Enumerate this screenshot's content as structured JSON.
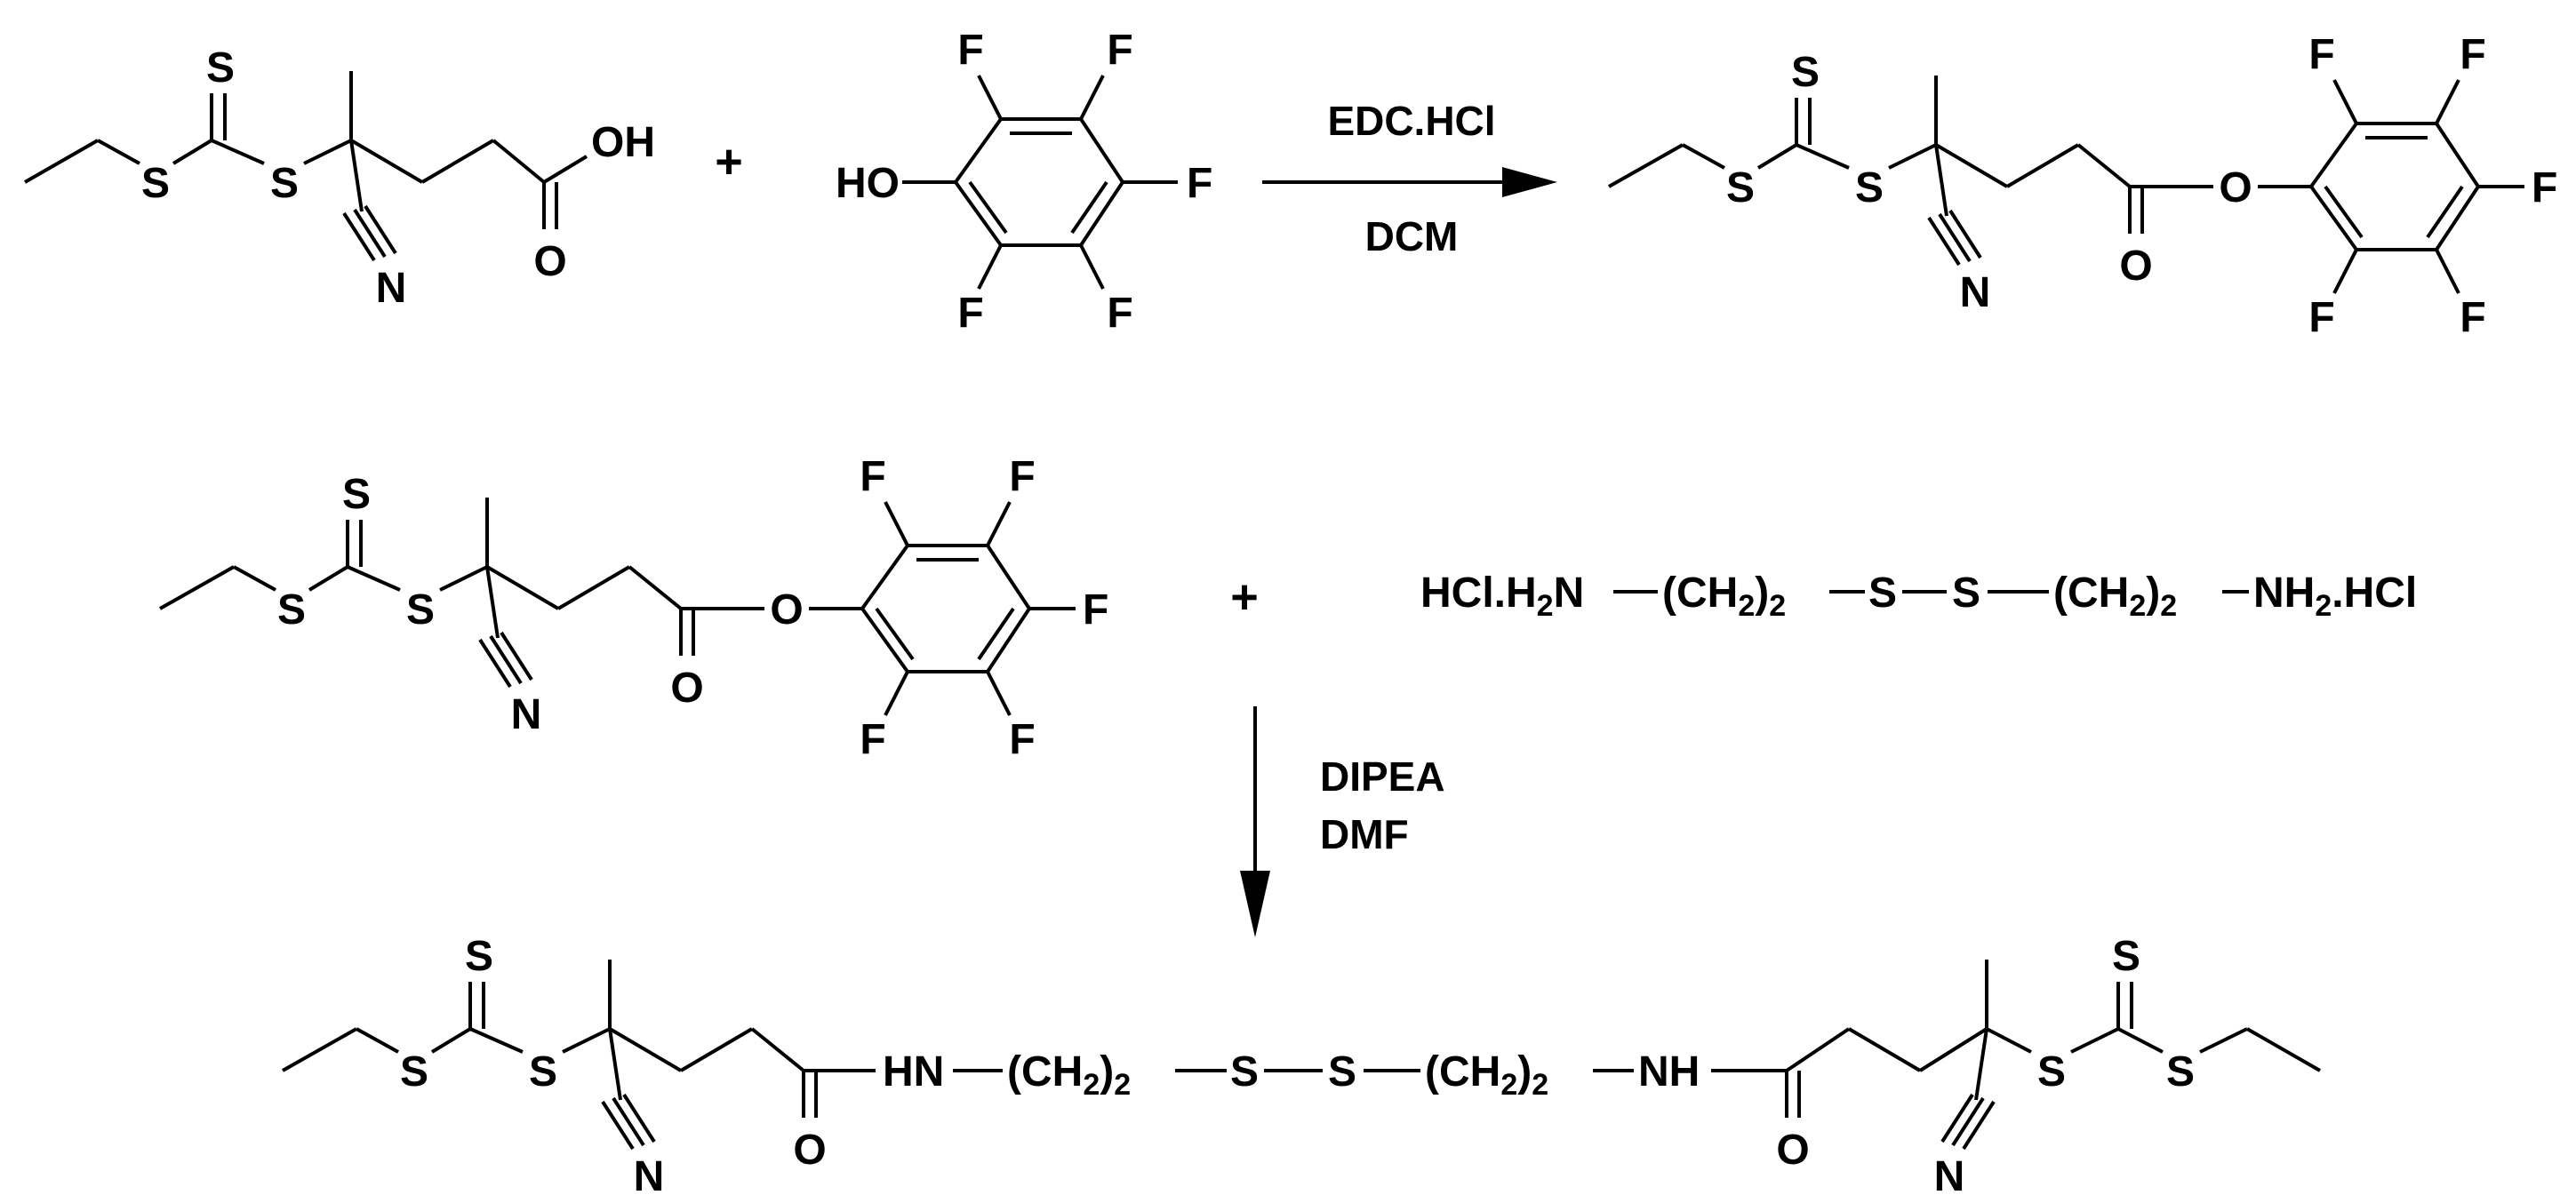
{
  "atoms": {
    "S": "S",
    "O": "O",
    "N": "N",
    "F": "F",
    "OH": "OH",
    "HO": "HO",
    "HN": "HN",
    "NH": "NH"
  },
  "linker": {
    "open": "(CH",
    "sub2": "2",
    "close": ")",
    "hcl_h2n": "HCl.H",
    "n": "N",
    "nh2": "NH",
    "hcl_tail": ".HCl"
  },
  "plus": "+",
  "step1": {
    "reagent": "EDC.HCl",
    "solvent": "DCM"
  },
  "step2": {
    "reagent": "DIPEA",
    "solvent": "DMF"
  }
}
